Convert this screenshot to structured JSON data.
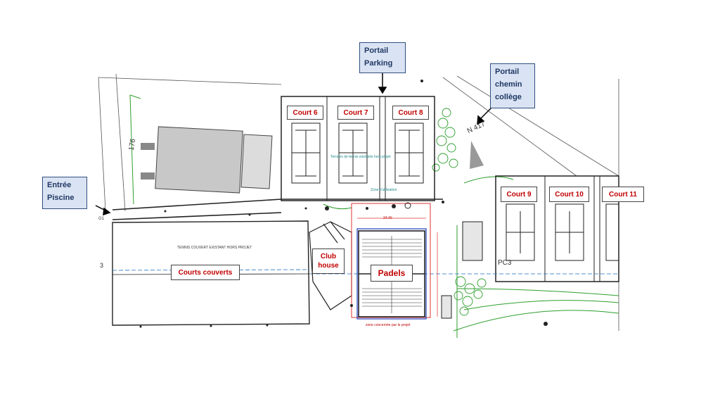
{
  "map": {
    "court_labels": {
      "c6": "Court 6",
      "c7": "Court 7",
      "c8": "Court 8",
      "c9": "Court 9",
      "c10": "Court 10",
      "c11": "Court 11"
    },
    "area_labels": {
      "courts_couverts": "Courts couverts",
      "club_house_line1": "Club",
      "club_house_line2": "house",
      "padels": "Padels"
    },
    "access_labels": {
      "portail_parking_l1": "Portail",
      "portail_parking_l2": "Parking",
      "portail_college_l1": "Portail",
      "portail_college_l2": "chemin",
      "portail_college_l3": "collège",
      "entree_piscine_l1": "Entrée",
      "entree_piscine_l2": "Piscine"
    },
    "plan_text": {
      "n417": "N 417",
      "n176": "176",
      "pc3": "PC3",
      "g1": "G1",
      "n3": "3",
      "padel_dim": "24.40",
      "padel_note": "Zone d'utilisation",
      "padel_bottom_note": "zone concernée par le projet",
      "indoor_note": "TENNIS COUVERT EXISTANT HORS PROJET",
      "courts_note": "Terrains de tennis existants hors projet"
    },
    "colors": {
      "label_red": "#c00000",
      "callout_bg": "#dae3f3",
      "callout_border": "#2f4f7f",
      "vegetation": "#2e9e2e",
      "building_gray": "#c8c8c8"
    }
  }
}
